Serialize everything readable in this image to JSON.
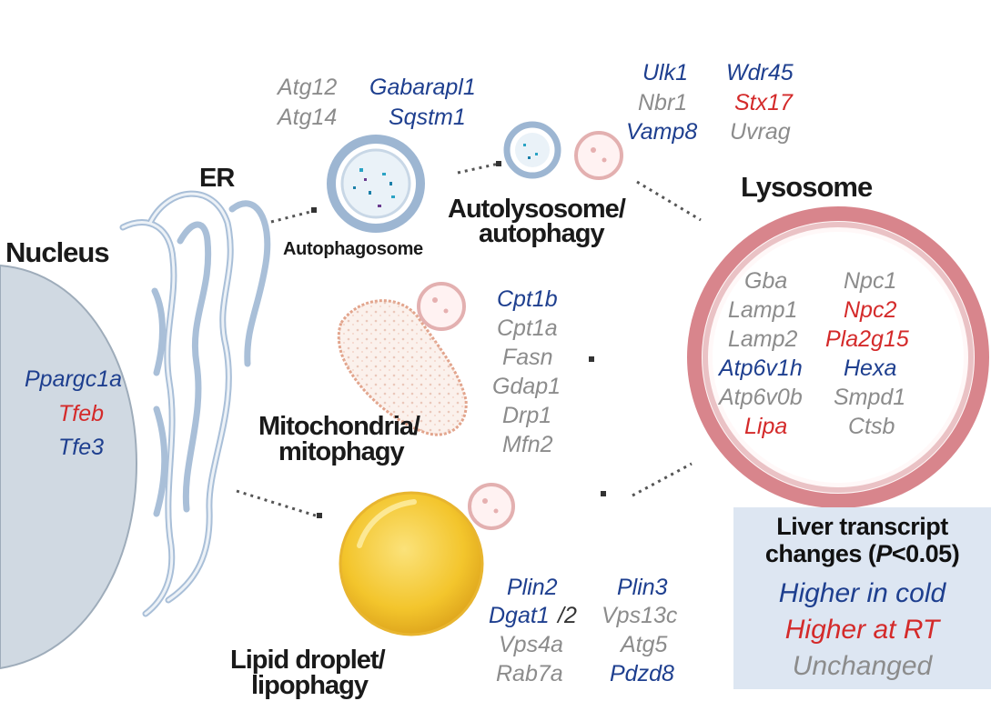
{
  "organelles": {
    "nucleus": "Nucleus",
    "er": "ER",
    "autophagosome": "Autophagosome",
    "autolysosome_line1": "Autolysosome/",
    "autolysosome_line2": "autophagy",
    "mitochondria_line1": "Mitochondria/",
    "mitochondria_line2": "mitophagy",
    "lipid_line1": "Lipid droplet/",
    "lipid_line2": "lipophagy",
    "lysosome": "Lysosome"
  },
  "genes": {
    "nucleus": [
      {
        "name": "Ppargc1a",
        "status": "up"
      },
      {
        "name": "Tfeb",
        "status": "rt"
      },
      {
        "name": "Tfe3",
        "status": "up"
      }
    ],
    "autophagosome": [
      {
        "name": "Atg12",
        "status": "nc"
      },
      {
        "name": "Atg14",
        "status": "nc"
      },
      {
        "name": "Gabarapl1",
        "status": "up"
      },
      {
        "name": "Sqstm1",
        "status": "up"
      }
    ],
    "autolysosome": [
      {
        "name": "Ulk1",
        "status": "up"
      },
      {
        "name": "Nbr1",
        "status": "nc"
      },
      {
        "name": "Vamp8",
        "status": "up"
      },
      {
        "name": "Wdr45",
        "status": "up"
      },
      {
        "name": "Stx17",
        "status": "rt"
      },
      {
        "name": "Uvrag",
        "status": "nc"
      }
    ],
    "mitochondria": [
      {
        "name": "Cpt1b",
        "status": "up"
      },
      {
        "name": "Cpt1a",
        "status": "nc"
      },
      {
        "name": "Fasn",
        "status": "nc"
      },
      {
        "name": "Gdap1",
        "status": "nc"
      },
      {
        "name": "Drp1",
        "status": "nc"
      },
      {
        "name": "Mfn2",
        "status": "nc"
      }
    ],
    "lysosome": [
      {
        "name": "Gba",
        "status": "nc"
      },
      {
        "name": "Lamp1",
        "status": "nc"
      },
      {
        "name": "Lamp2",
        "status": "nc"
      },
      {
        "name": "Atp6v1h",
        "status": "up"
      },
      {
        "name": "Atp6v0b",
        "status": "nc"
      },
      {
        "name": "Lipa",
        "status": "rt"
      },
      {
        "name": "Npc1",
        "status": "nc"
      },
      {
        "name": "Npc2",
        "status": "rt"
      },
      {
        "name": "Pla2g15",
        "status": "rt"
      },
      {
        "name": "Hexa",
        "status": "up"
      },
      {
        "name": "Smpd1",
        "status": "nc"
      },
      {
        "name": "Ctsb",
        "status": "nc"
      }
    ],
    "lipid": [
      {
        "name": "Plin2",
        "status": "up"
      },
      {
        "name": "Dgat1",
        "status": "up"
      },
      {
        "name": "/2",
        "status": "dark"
      },
      {
        "name": "Vps4a",
        "status": "nc"
      },
      {
        "name": "Rab7a",
        "status": "nc"
      },
      {
        "name": "Plin3",
        "status": "up"
      },
      {
        "name": "Vps13c",
        "status": "nc"
      },
      {
        "name": "Atg5",
        "status": "nc"
      },
      {
        "name": "Pdzd8",
        "status": "up"
      }
    ]
  },
  "legend": {
    "title_line1": "Liver transcript",
    "title_line2_pre": "changes (",
    "title_line2_p": "P",
    "title_line2_post": "<0.05)",
    "higher_cold": "Higher in cold",
    "higher_rt": "Higher at RT",
    "unchanged": "Unchanged"
  },
  "colors": {
    "higher_cold": "#1e3f8f",
    "higher_rt": "#d42a2a",
    "unchanged": "#8c8c8c",
    "legend_bg": "#dde6f2",
    "nucleus_fill": "#d0d9e2",
    "er_stroke": "#a9bfd8",
    "lysosome_ring": "#d8858c",
    "lipid_fill": "#f6c935"
  }
}
